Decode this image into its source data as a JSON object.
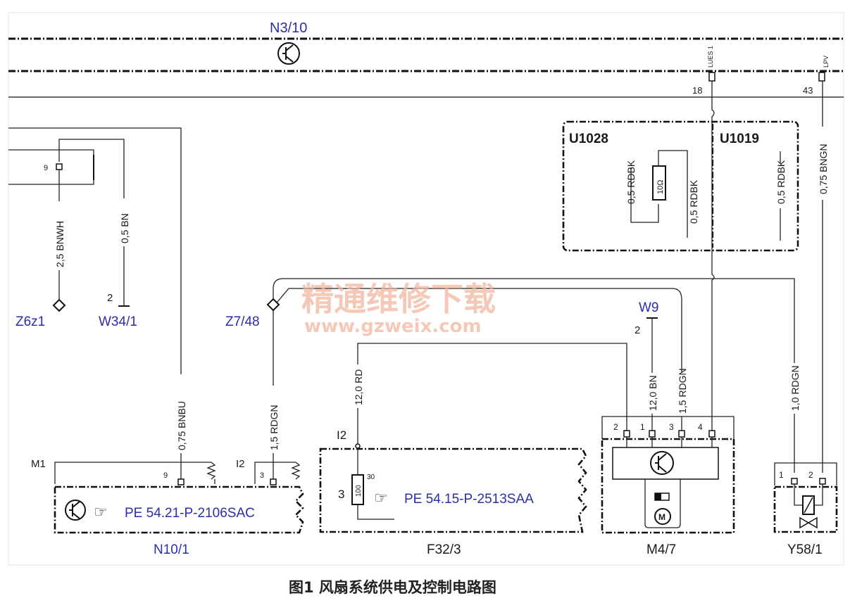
{
  "labels": {
    "n3_10": "N3/10",
    "lues": "LUES 1",
    "lpv": "LPV",
    "pin18": "18",
    "pin43": "43",
    "u1028": "U1028",
    "u1019": "U1019",
    "w_rdbk1": "0,5 RDBK",
    "w_rdbk2": "0,5 RDBK",
    "w_rdbk3": "0,5 RDBK",
    "resistor": "10Ω",
    "w_bngn075": "0,75 BNGN",
    "pin9_top": "9",
    "w_bnwh": "2,5 BNWH",
    "w_bn05": "0,5 BN",
    "pin2_w34": "2",
    "z6z1": "Z6z1",
    "w34_1": "W34/1",
    "z7_48": "Z7/48",
    "w9": "W9",
    "pin2_w9": "2",
    "w_bnbu": "0,75 BNBU",
    "w_rdgn15a": "1,5 RDGN",
    "w_rd12": "12,0 RD",
    "w_bn12": "12,0 BN",
    "w_rdgn15b": "1,5 RDGN",
    "w_rdgn10": "1,0 RDGN",
    "m1": "M1",
    "pin9_n10": "9",
    "i2_left": "I2",
    "pin3_n10": "3",
    "i2_f32": "I2",
    "pin30": "30",
    "pin3_f32": "3",
    "fuse_value": "100",
    "m47_p2": "2",
    "m47_p1": "1",
    "m47_p3": "3",
    "m47_p4": "4",
    "y58_p1": "1",
    "y58_p2": "2",
    "pe_n10": "PE 54.21-P-2106SAC",
    "pe_f32": "PE 54.15-P-2513SAA",
    "n10_1": "N10/1",
    "f32_3": "F32/3",
    "m4_7": "M4/7",
    "y58_1": "Y58/1",
    "motor": "M",
    "pointer": "☞"
  },
  "watermark": {
    "cn": "精通维修下载",
    "url": "www.gzweix.com"
  },
  "caption": "图1 风扇系统供电及控制电路图",
  "colors": {
    "line": "#111111",
    "label_blue": "#2b2ea8",
    "watermark": "#f2b7a0"
  }
}
